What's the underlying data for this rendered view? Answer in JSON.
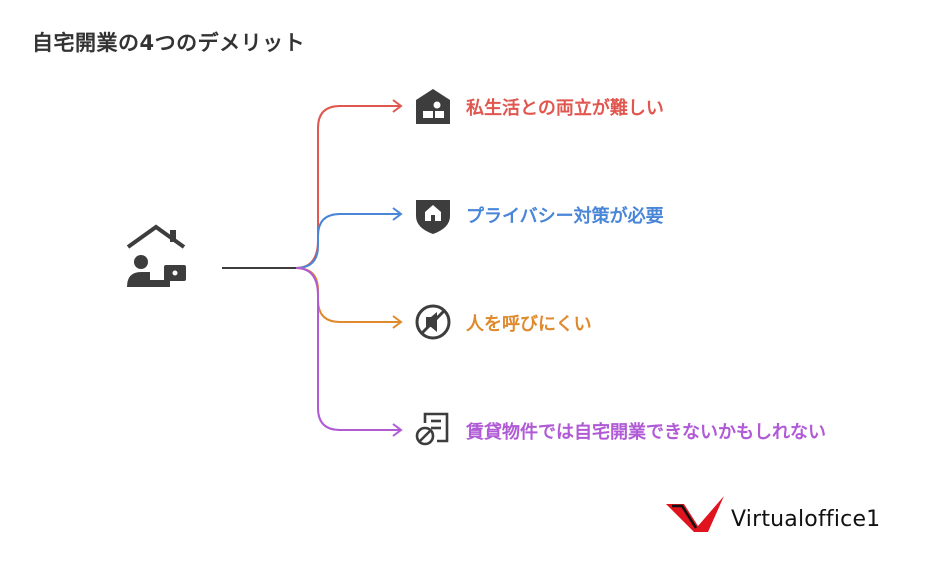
{
  "title": "自宅開業の4つのデメリット",
  "items": [
    {
      "label": "私生活との両立が難しい",
      "color": "#e0574f",
      "icon": "home-office-icon"
    },
    {
      "label": "プライバシー対策が必要",
      "color": "#4a86d8",
      "icon": "shield-home-icon"
    },
    {
      "label": "人を呼びにくい",
      "color": "#e08a2e",
      "icon": "no-sound-icon"
    },
    {
      "label": "賃貸物件では自宅開業できないかもしれない",
      "color": "#b05ad6",
      "icon": "document-prohibited-icon"
    }
  ],
  "center_icon": "home-office-worker-icon",
  "logo": {
    "text": "Virtualoffice1",
    "color": "#e0141e"
  }
}
